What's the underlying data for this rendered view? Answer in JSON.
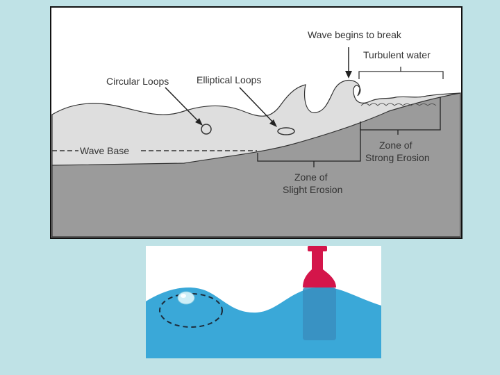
{
  "colors": {
    "slide_bg": "#bfe2e6",
    "water": "#dedede",
    "seabed": "#9b9b9b",
    "frame": "#111111",
    "label_text": "#333333",
    "lower_bg": "#ffffff",
    "lower_water": "#3aa8d8",
    "bottle": "#d4154a",
    "bottle_submerged": "#3a8ec0",
    "bubble": "#cdeef7"
  },
  "upper_diagram": {
    "labels": {
      "wave_begins": "Wave begins to break",
      "turbulent": "Turbulent water",
      "circular": "Circular Loops",
      "elliptical": "Elliptical Loops",
      "wave_base": "Wave Base",
      "strong_line1": "Zone of",
      "strong_line2": "Strong Erosion",
      "slight_line1": "Zone of",
      "slight_line2": "Slight Erosion"
    }
  },
  "lower_diagram": {
    "objects": [
      "floating-ball",
      "orbit-loop",
      "bottle"
    ]
  }
}
